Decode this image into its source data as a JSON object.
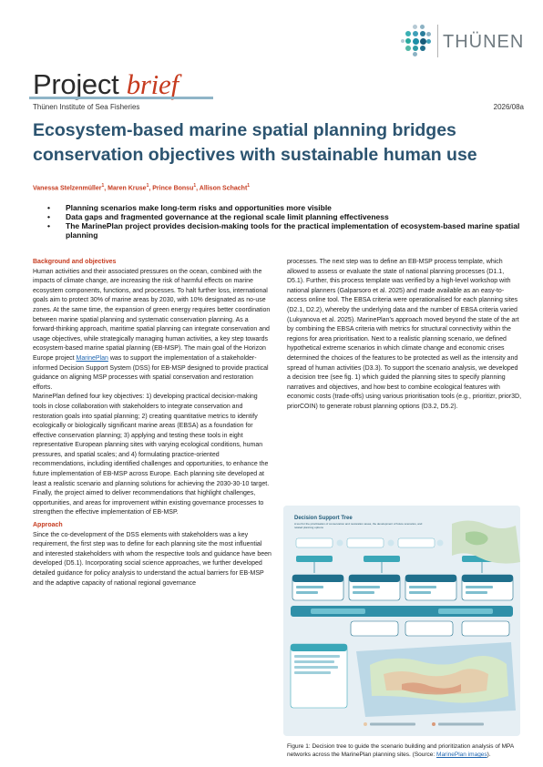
{
  "logo": {
    "text": "THÜNEN"
  },
  "header": {
    "project": "Project",
    "brief": "brief",
    "institute": "Thünen Institute of Sea Fisheries",
    "code": "2026/08a"
  },
  "title": "Ecosystem-based marine spatial planning bridges conservation objectives with sustainable human use",
  "authors": [
    {
      "name": "Vanessa Stelzenmüller",
      "sup": "1"
    },
    {
      "name": "Maren Kruse",
      "sup": "1"
    },
    {
      "name": "Prince Bonsu",
      "sup": "1"
    },
    {
      "name": "Allison Schacht",
      "sup": "1"
    }
  ],
  "bullets": [
    "Planning scenarios make long-term risks and opportunities more visible",
    "Data gaps and fragmented governance at the regional scale limit planning effectiveness",
    "The MarinePlan project provides decision-making tools for the practical implementation of ecosystem-based marine spatial planning"
  ],
  "sections": {
    "background_heading": "Background and objectives",
    "p1a": "Human activities and their associated pressures on the ocean, combined with the impacts of climate change, are increasing the risk of harmful effects on marine ecosystem components, functions, and processes. To halt further loss, international goals aim to protect 30% of marine areas by 2030, with 10% designated as no-use zones. At the same time, the expansion of green energy requires better coordination between marine spatial planning and systematic conservation planning. As a forward-thinking approach, maritime spatial planning can integrate conservation and usage objectives, while strategically managing human activities, a key step towards ecosystem-based marine spatial planning (EB-MSP). The main goal of the Horizon Europe project ",
    "p1_link": "MarinePlan",
    "p1b": " was to support the implementation of a stakeholder-informed Decision Support System (DSS) for EB-MSP designed to provide practical guidance on aligning MSP processes with spatial conservation and restoration efforts.",
    "p2": "MarinePlan defined four key objectives: 1) developing practical decision-making tools in close collaboration with stakeholders to integrate conservation and restoration goals into spatial planning; 2) creating quantitative metrics to identify ecologically or biologically significant marine areas (EBSA) as a foundation for effective conservation planning; 3) applying and testing these tools in eight representative European planning sites with varying ecological conditions, human pressures, and spatial scales; and 4) formulating practice-oriented recommendations, including identified challenges and opportunities, to enhance the future implementation of EB-MSP across Europe. Each planning site developed at least a realistic scenario and planning solutions for achieving the 2030-30-10 target. Finally, the project aimed to deliver recommendations that highlight challenges, opportunities, and areas for improvement within existing governance processes to strengthen the effective implementation of EB-MSP.",
    "approach_heading": "Approach",
    "p3": "Since the co-development of the DSS elements with stakeholders was a key requirement, the first step was to define for each planning site the most influential and interested stakeholders with whom the respective tools and guidance have been developed (D5.1). Incorporating social science approaches, we further developed detailed guidance for policy analysis to understand the actual barriers for EB-MSP and the adaptive capacity of national regional governance",
    "p4": "processes. The next step was to define an EB-MSP process template, which allowed to assess or evaluate the state of national planning processes (D1.1, D5.1). Further, this process template was verified by a high-level workshop with national planners (Galparsoro et al. 2025) and made available as an easy-to-access online tool. The EBSA criteria were operationalised for each planning sites (D2.1, D2.2), whereby the underlying data and the number of EBSA criteria varied (Lukyanova et al. 2025). MarinePlan's approach moved beyond the state of the art by combining the EBSA criteria with metrics for structural connectivity within the regions for area prioritisation. Next to a realistic planning scenario, we defined hypothetical extreme scenarios in which climate change and economic crises determined the choices of the features to be protected as well as the intensity and spread of human activities (D3.3). To support the scenario analysis, we developed a decision tree (see fig. 1) which guided the planning sites to specify planning narratives and objectives, and how best to combine ecological features with economic costs (trade-offs) using various prioritisation tools (e.g., prioritizr, prior3D, priorCOIN) to generate robust planning options (D3.2, D5.2)."
  },
  "figure": {
    "title": "Decision Support Tree",
    "subtitle": "A tool for the prioritisation of conservation and restoration areas, the development of future scenarios, and related planning options"
  },
  "caption": {
    "text": "Figure 1: Decision tree to guide the scenario building and prioritization analysis of MPA networks across the MarinePlan planning sites. (Source: ",
    "link": "MarinePlan images",
    "end": ")."
  }
}
